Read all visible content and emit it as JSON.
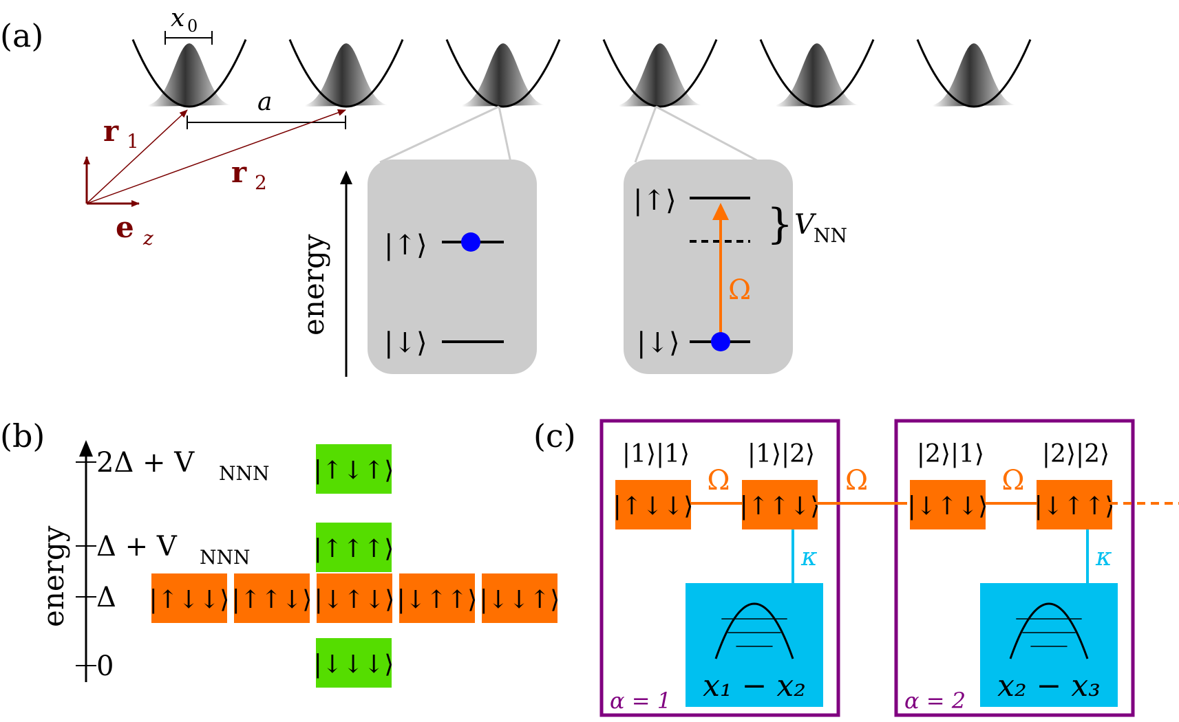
{
  "panel_a": {
    "label": "(a)",
    "x0_label": "x",
    "x0_sub": "0",
    "a_label": "a",
    "r1_label": "r",
    "r1_sub": "1",
    "r2_label": "r",
    "r2_sub": "2",
    "ez_label": "e",
    "ez_sub": "z",
    "energy_label": "energy",
    "box1": {
      "up": "|↑⟩",
      "down": "|↓⟩"
    },
    "box2": {
      "up": "|↑⟩",
      "down": "|↓⟩",
      "omega": "Ω",
      "vnn": "V",
      "vnn_sub": "NN",
      "brace": "}"
    },
    "trap_count": 6
  },
  "panel_b": {
    "label": "(b)",
    "energy_label": "energy",
    "levels": [
      {
        "tick": "2Δ + V",
        "sub": "NNN"
      },
      {
        "tick": "Δ + V",
        "sub": "NNN"
      },
      {
        "tick": "Δ",
        "sub": ""
      },
      {
        "tick": "0",
        "sub": ""
      }
    ],
    "green_states": [
      "|↑↓↑⟩",
      "|↑↑↑⟩",
      "|↓↓↓⟩"
    ],
    "orange_states": [
      "|↑↓↓⟩",
      "|↑↑↓⟩",
      "|↓↑↓⟩",
      "|↓↑↑⟩",
      "|↓↓↑⟩"
    ]
  },
  "panel_c": {
    "label": "(c)",
    "cells": [
      {
        "alpha": "α = 1",
        "kets": [
          "|1⟩|1⟩",
          "|1⟩|2⟩"
        ],
        "states": [
          "|↑↓↓⟩",
          "|↑↑↓⟩"
        ],
        "omega": "Ω",
        "kappa": "κ",
        "osc_label": "x₁ − x₂"
      },
      {
        "alpha": "α = 2",
        "kets": [
          "|2⟩|1⟩",
          "|2⟩|2⟩"
        ],
        "states": [
          "|↓↑↓⟩",
          "|↓↑↑⟩"
        ],
        "omega": "Ω",
        "kappa": "κ",
        "osc_label": "x₂ − x₃"
      }
    ],
    "link_omega": "Ω"
  },
  "colors": {
    "orange": "#ff7000",
    "green": "#55dd00",
    "cyan": "#00c0f0",
    "purple": "#800080",
    "darkred": "#7a0000",
    "gray_box": "#cccccc",
    "blue_dot": "#0000ff"
  }
}
